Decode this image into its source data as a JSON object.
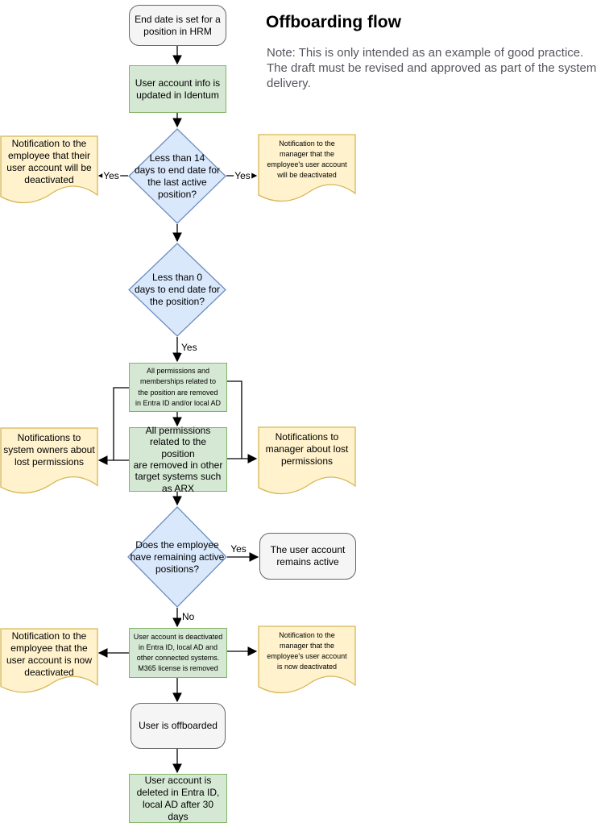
{
  "header": {
    "title": "Offboarding flow",
    "note": "Note: This is only intended as an example of good practice. The draft must be revised and approved as part of the system delivery."
  },
  "nodes": {
    "start": "End date is set for a\nposition in HRM",
    "update_identum": "User account info is\nupdated in Identum",
    "d_less14": "Less than 14\ndays to end date for\nthe last active\nposition?",
    "note_emp_will": "Notification to the\nemployee that their\nuser account will be\ndeactivated",
    "note_mgr_will": "Notification to the\nmanager that the\nemployee's user account\nwill be deactivated",
    "d_less0": "Less than 0\ndays to end date for\nthe position?",
    "perm_ad": "All permissions and\nmemberships related to\nthe position are removed\nin Entra ID and/or local AD",
    "perm_other": "All permissions\nrelated to the position\nare removed in other\ntarget systems such\nas ARX",
    "note_sysowners": "Notifications to\nsystem owners about\nlost permissions",
    "note_mgr_lost": "Notifications to\nmanager about lost\npermissions",
    "d_remaining": "Does the employee\nhave remaining active\npositions?",
    "remains_active": "The user account\nremains active",
    "deactivated": "User account is deactivated\nin Entra ID, local AD and\nother connected systems.\nM365 license is removed",
    "note_emp_now": "Notification to the\nemployee that the\nuser account is now\ndeactivated",
    "note_mgr_now": "Notification to the\nmanager that the\nemployee's user account\nis now deactivated",
    "offboarded": "User is offboarded",
    "deleted": "User account is\ndeleted in Entra ID,\nlocal AD after 30 days"
  },
  "edge_labels": {
    "d14_left_yes": "Yes",
    "d14_right_yes": "Yes",
    "d0_down_yes": "Yes",
    "remaining_right_yes": "Yes",
    "remaining_down_no": "No"
  },
  "colors": {
    "process_fill": "#d5e8d4",
    "process_stroke": "#82b366",
    "decision_fill": "#dae8fc",
    "decision_stroke": "#6c8ebf",
    "note_fill": "#fff2cc",
    "note_stroke": "#d6b656",
    "terminal_fill": "#f5f5f5",
    "terminal_stroke": "#666666",
    "connector": "#000000",
    "note_text_color": "#55555e"
  }
}
